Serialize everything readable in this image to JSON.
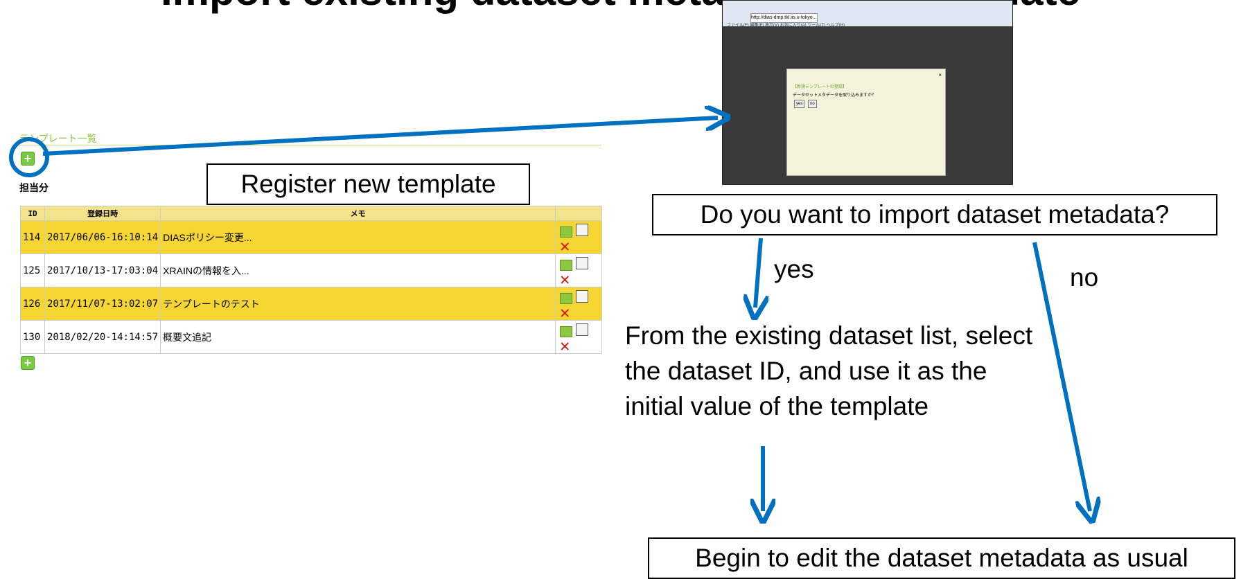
{
  "slide_title": "Import existing dataset metadata into template",
  "template_list": {
    "heading": "テンプレート一覧",
    "subheading": "担当分",
    "add_button": "+",
    "columns": [
      "ID",
      "登録日時",
      "メモ",
      ""
    ],
    "rows": [
      {
        "id": "114",
        "date": "2017/06/06-16:10:14",
        "memo": "DIASポリシー変更..."
      },
      {
        "id": "125",
        "date": "2017/10/13-17:03:04",
        "memo": "XRAINの情報を入..."
      },
      {
        "id": "126",
        "date": "2017/11/07-13:02:07",
        "memo": "テンプレートのテスト"
      },
      {
        "id": "130",
        "date": "2018/02/20-14:14:57",
        "memo": "概要文追記"
      }
    ],
    "delete_icon": "✕"
  },
  "callouts": {
    "register": "Register new template",
    "import_question": "Do you want to import dataset metadata?",
    "yes": "yes",
    "no": "no",
    "description": "From the existing dataset list, select the dataset ID, and use it as the initial value of the template",
    "begin": "Begin to edit the dataset metadata as usual"
  },
  "screenshot": {
    "tab_label": "http://dias-dmp.tkl.iis.u-tokyo...",
    "menu": "ファイル(F)  編集(E)  表示(V)  お気に入り(A)  ツール(T)  ヘルプ(H)",
    "dialog_title": "【新規テンプレートの登録】",
    "dialog_question": "データセットメタデータを取り込みますか？",
    "dialog_yes": "yes",
    "dialog_no": "no",
    "dialog_close": "×"
  },
  "colors": {
    "arrow": "#0070c0",
    "row_highlight": "#f5d532",
    "header": "#f3e38d",
    "accent": "#8cc63f"
  }
}
